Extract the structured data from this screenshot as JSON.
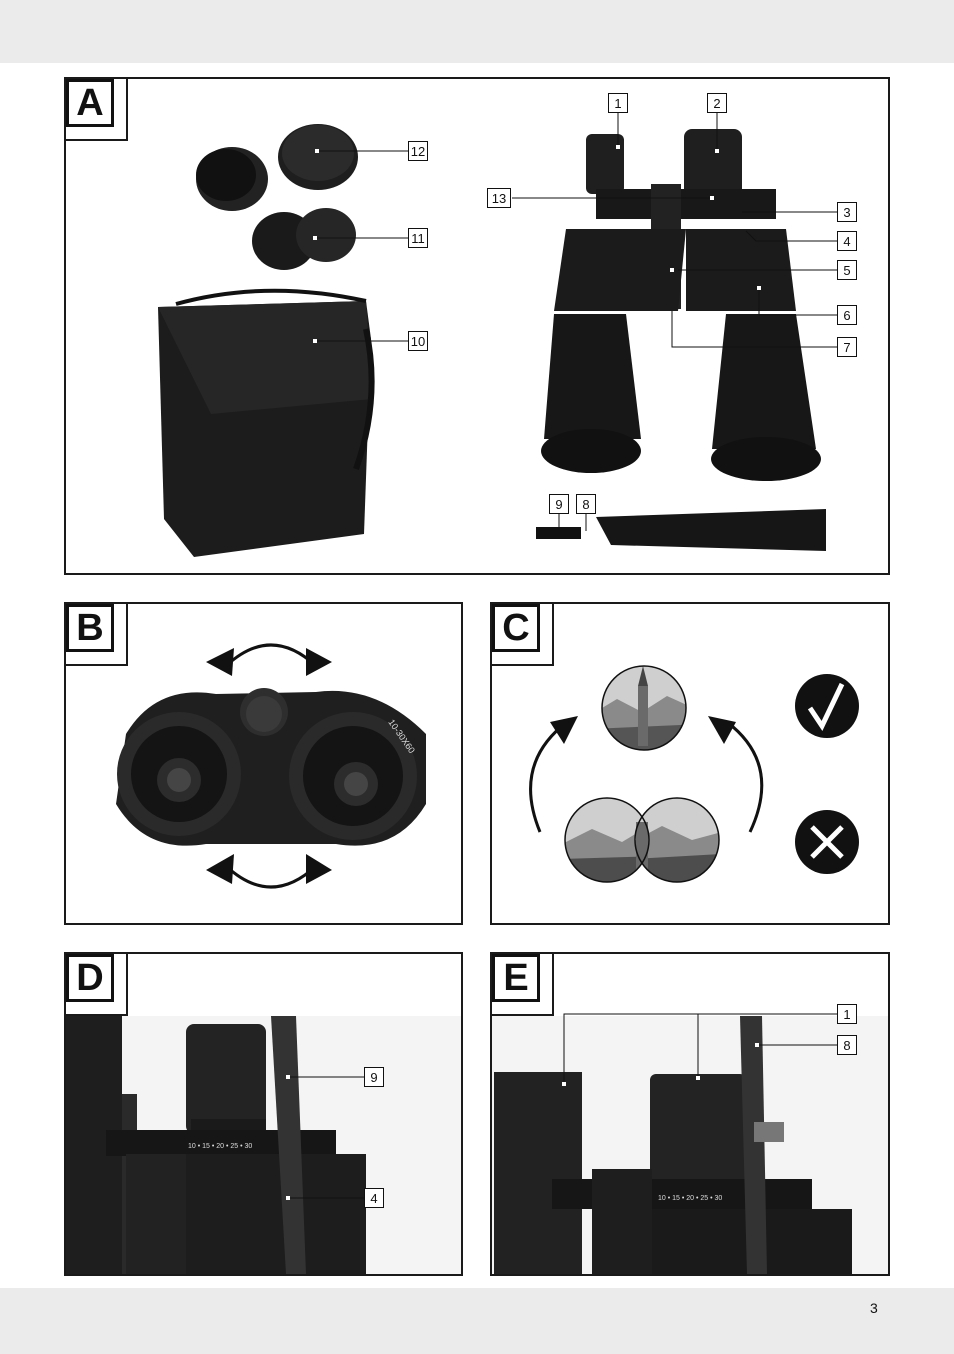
{
  "page_number": "3",
  "panels": {
    "a": {
      "letter": "A",
      "callouts": {
        "c1": "1",
        "c2": "2",
        "c3": "3",
        "c4": "4",
        "c5": "5",
        "c6": "6",
        "c7": "7",
        "c8": "8",
        "c9": "9",
        "c10": "10",
        "c11": "11",
        "c12": "12",
        "c13": "13"
      }
    },
    "b": {
      "letter": "B",
      "body_marking": "10-30X60"
    },
    "c": {
      "letter": "C"
    },
    "d": {
      "letter": "D",
      "callouts": {
        "c9": "9",
        "c4": "4"
      },
      "scale": "10 • 15 • 20 • 25 • 30"
    },
    "e": {
      "letter": "E",
      "callouts": {
        "c1": "1",
        "c8": "8"
      },
      "scale": "10 • 15 • 20 • 25 • 30"
    }
  },
  "colors": {
    "frame": "#1a1a1a",
    "band": "#ebebeb",
    "product": "#1c1c1c"
  }
}
